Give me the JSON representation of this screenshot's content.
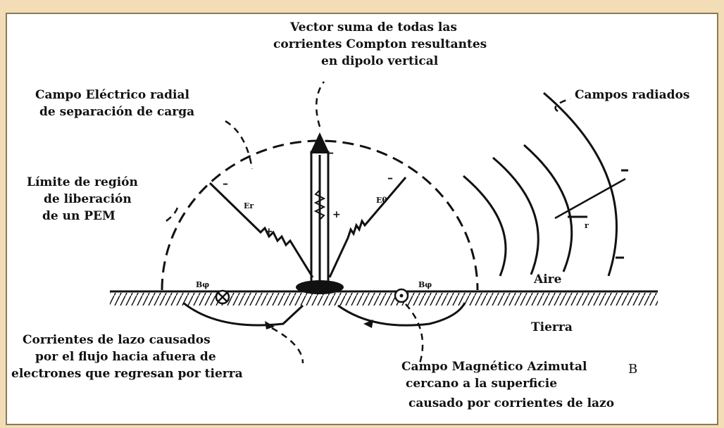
{
  "labels": {
    "vector_line1": "Vector suma de todas las",
    "vector_line2": "corrientes Compton resultantes",
    "vector_line3": "en dipolo vertical",
    "campo_electrico_line1": "Campo Eléctrico radial",
    "campo_electrico_line2": "de separación de carga",
    "limite_line1": "Límite de región",
    "limite_line2": "de liberación",
    "limite_line3": "de un PEM",
    "campos_radiados": "Campos radiados",
    "aire": "Aire",
    "tierra": "Tierra",
    "corrientes_line1": "Corrientes de lazo causados",
    "corrientes_line2": "por el flujo hacia afuera de",
    "corrientes_line3": "electrones que regresan por tierra",
    "campo_magnetico_line1": "Campo Magnético Azimutal",
    "campo_magnetico_line2": "cercano a la superficie",
    "campo_magnetico_line3": "causado  por corrientes de lazo",
    "panel_letter": "B"
  },
  "symbols": {
    "b_phi_left": "Bφ",
    "b_phi_right": "Bφ",
    "e_r": "Er",
    "e_theta": "Eθ",
    "r_hat": "r",
    "minus": "–",
    "plus": "+"
  },
  "colors": {
    "background": "#f2ddb7",
    "line": "#111111"
  }
}
